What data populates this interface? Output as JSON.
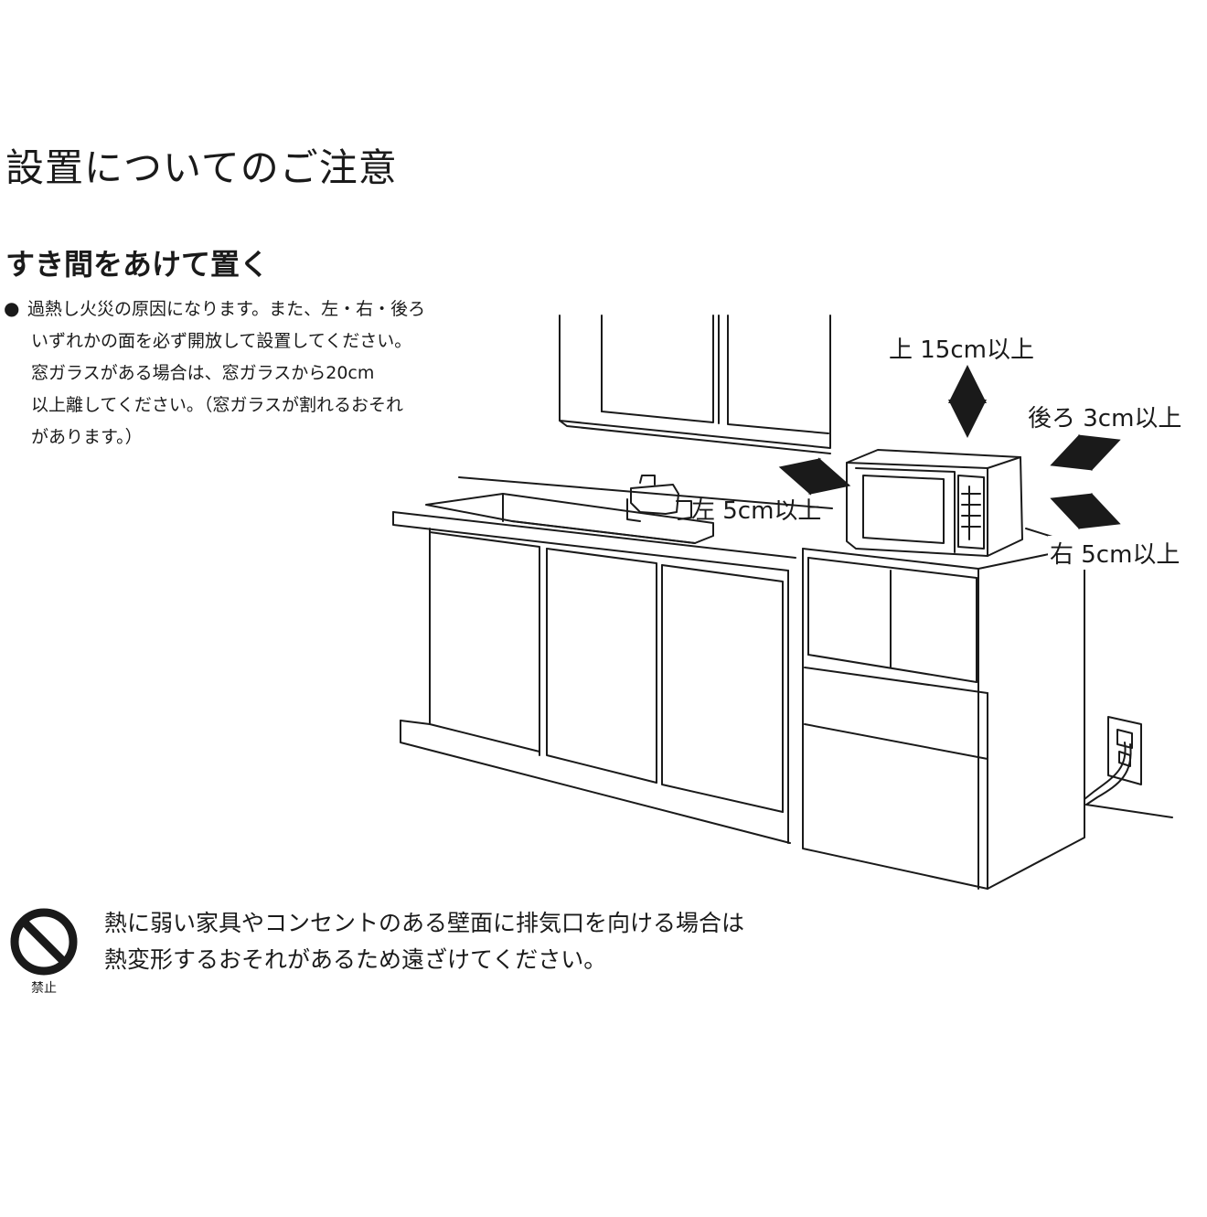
{
  "title": "設置についてのご注意",
  "section": {
    "heading": "すき間をあけて置く",
    "bullet_symbol": "●",
    "note_lines": [
      "過熱し火災の原因になります。また、左・右・後ろ",
      "いずれかの面を必ず開放して設置してください。",
      "窓ガラスがある場合は、窓ガラスから20cm",
      "以上離してください。（窓ガラスが割れるおそれ",
      "があります。）"
    ]
  },
  "clearances": {
    "top": "上 15cm以上",
    "back": "後ろ 3cm以上",
    "left": "左 5cm以上",
    "right": "右 5cm以上"
  },
  "prohibition": {
    "icon": "prohibition-icon",
    "label": "禁止",
    "lines": [
      "熱に弱い家具やコンセントのある壁面に排気口を向ける場合は",
      "熱変形するおそれがあるため遠ざけてください。"
    ]
  },
  "colors": {
    "line": "#1a1a1a",
    "background": "#ffffff"
  }
}
